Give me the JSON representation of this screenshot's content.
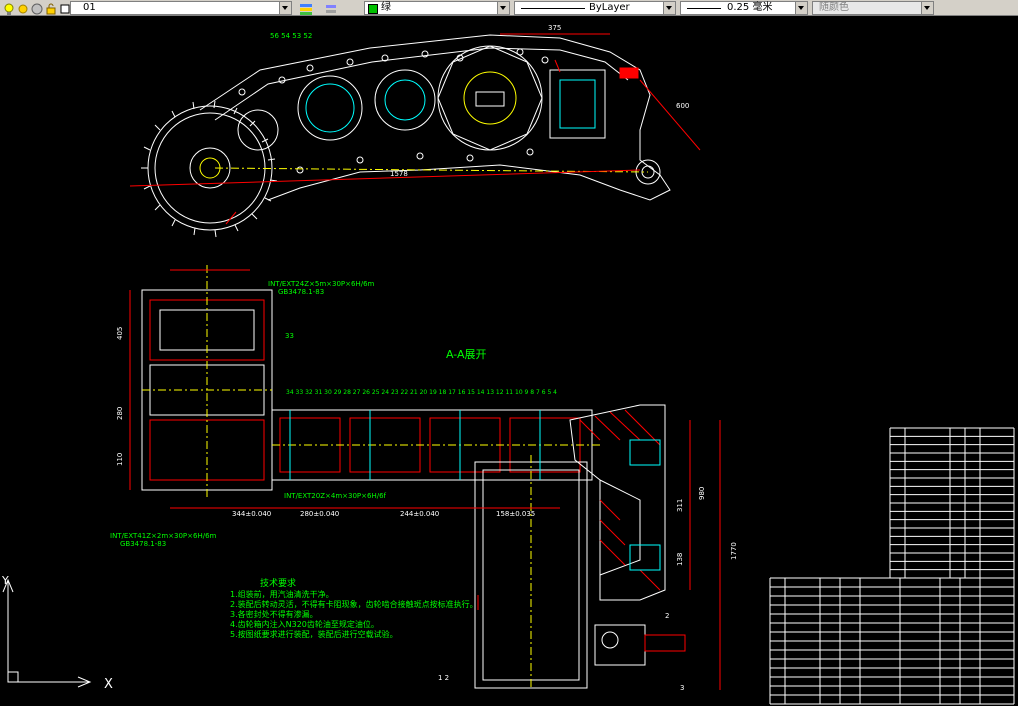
{
  "toolbar": {
    "layer_name": "01",
    "color_value": "绿",
    "linetype_value": "ByLayer",
    "lineweight_value": "0.25 毫米",
    "plotstyle_value": "随颜色",
    "icons": [
      "lightbulb-icon",
      "sun-icon",
      "freeze-icon",
      "lock-icon",
      "layer-color-icon",
      "layer-states-icon",
      "layer-previous-icon"
    ]
  },
  "drawing": {
    "view_title": "A-A展开",
    "tech_req_title": "技术要求",
    "tech_req_items": [
      "1.组装前，用汽油清洗干净。",
      "2.装配后转动灵活，不得有卡阻现象，齿轮啮合接触斑点按标准执行。",
      "3.各密封处不得有渗漏。",
      "4.齿轮箱内注入N320齿轮油至规定油位。",
      "5.按图纸要求进行装配，装配后进行空载试验。"
    ],
    "spline_note_top": "INT/EXT24Z×5m×30P×6H/6m",
    "spline_note_top_std": "GB3478.1-83",
    "spline_note_mid": "INT/EXT20Z×4m×30P×6H/6f",
    "spline_note_bottom": "INT/EXT41Z×2m×30P×6H/6m",
    "spline_note_bottom_std": "GB3478.1-83",
    "dim_left_1": "405",
    "dim_left_2": "280",
    "dim_left_3": "110",
    "dim_bottom_1": "344±0.040",
    "dim_bottom_2": "280±0.040",
    "dim_bottom_3": "244±0.040",
    "dim_bottom_4": "158±0.035",
    "dim_right_total": "1770",
    "dim_right_mid": "980",
    "dim_right_small": "311",
    "dim_right_bot": "138",
    "dim_top_len": "1578",
    "dim_top_w": "375",
    "dim_top_h": "600",
    "part_numbers_top": "56 54 53 52",
    "part_numbers_row": "34 33 32 31 30 29 28 27 26 25 24 23 22 21 20 19 18 17 16 15 14 13 12 11 10 9 8 7 6 5 4",
    "label_bottom": "1 2",
    "label_2": "2",
    "label_3": "3",
    "label_33": "33"
  },
  "title_block": {
    "rows_upper": 18,
    "rows_lower": 14
  },
  "ucs": {
    "x_label": "X",
    "y_label": "Y"
  },
  "colors": {
    "toolbar_bg": "#d4d0c8",
    "line_white": "#ffffff",
    "line_red": "#ff0000",
    "line_green": "#00ff00",
    "line_cyan": "#00ffff",
    "line_yellow": "#ffff00"
  }
}
